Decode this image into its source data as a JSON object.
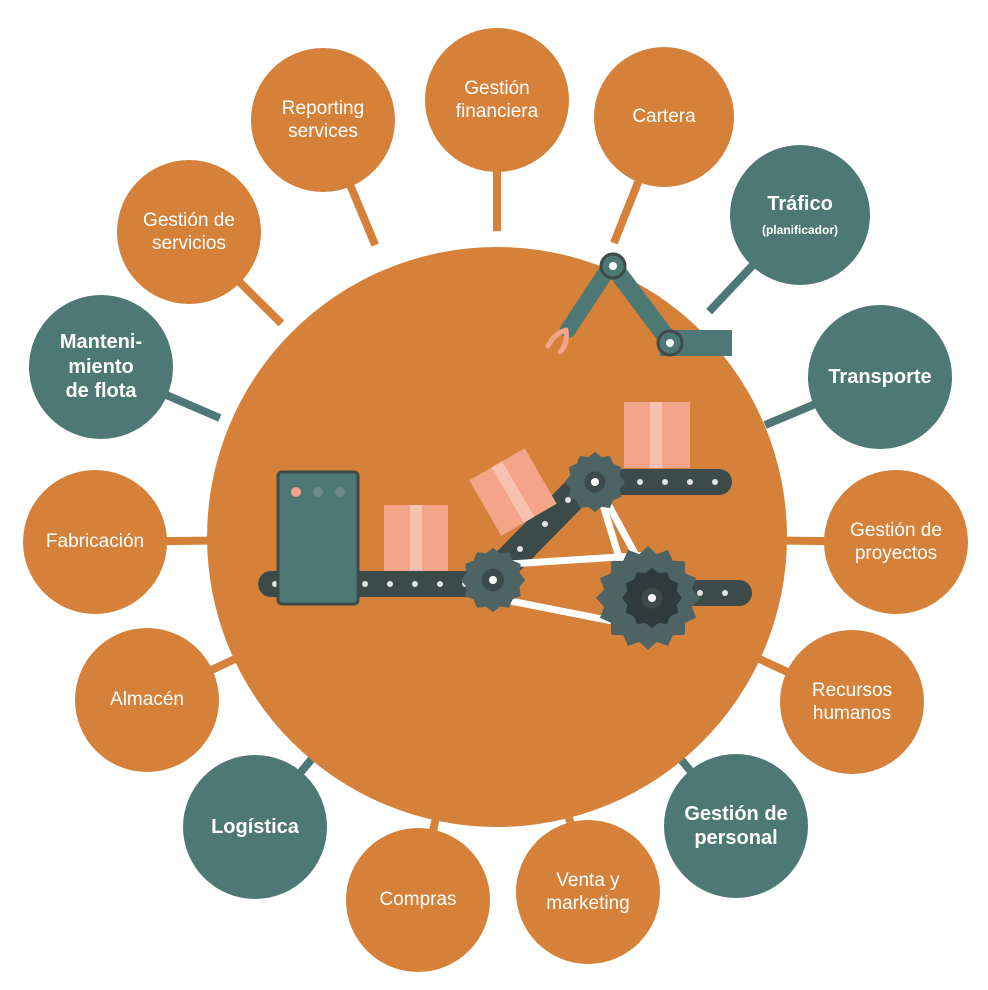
{
  "colors": {
    "orange": "#D5813A",
    "teal": "#4E7876",
    "connector_orange": "#D5813A",
    "connector_teal": "#4E7876",
    "machine_body": "#4E7876",
    "belt": "#3C4A4A",
    "box": "#F4A489",
    "gear": "#4E6363",
    "arm": "#4E7876"
  },
  "nodes": [
    {
      "id": "gestion-financiera",
      "lines": [
        "Gestión",
        "financiera"
      ],
      "color": "orange"
    },
    {
      "id": "cartera",
      "lines": [
        "Cartera"
      ],
      "color": "orange"
    },
    {
      "id": "trafico",
      "lines": [
        "Tráfico"
      ],
      "sub": "(planificador)",
      "color": "teal"
    },
    {
      "id": "transporte",
      "lines": [
        "Transporte"
      ],
      "color": "teal"
    },
    {
      "id": "gestion-proyectos",
      "lines": [
        "Gestión de",
        "proyectos"
      ],
      "color": "orange"
    },
    {
      "id": "recursos-humanos",
      "lines": [
        "Recursos",
        "humanos"
      ],
      "color": "orange"
    },
    {
      "id": "gestion-personal",
      "lines": [
        "Gestión de",
        "personal"
      ],
      "color": "teal"
    },
    {
      "id": "venta-marketing",
      "lines": [
        "Venta y",
        "marketing"
      ],
      "color": "orange"
    },
    {
      "id": "compras",
      "lines": [
        "Compras"
      ],
      "color": "orange"
    },
    {
      "id": "logistica",
      "lines": [
        "Logística"
      ],
      "color": "teal"
    },
    {
      "id": "almacen",
      "lines": [
        "Almacén"
      ],
      "color": "orange"
    },
    {
      "id": "fabricacion",
      "lines": [
        "Fabricación"
      ],
      "color": "orange"
    },
    {
      "id": "mantenimiento-flota",
      "lines": [
        "Manteni-",
        "miento",
        "de flota"
      ],
      "color": "teal"
    },
    {
      "id": "gestion-servicios",
      "lines": [
        "Gestión de",
        "servicios"
      ],
      "color": "orange"
    },
    {
      "id": "reporting-services",
      "lines": [
        "Reporting",
        "services"
      ],
      "color": "orange"
    }
  ]
}
